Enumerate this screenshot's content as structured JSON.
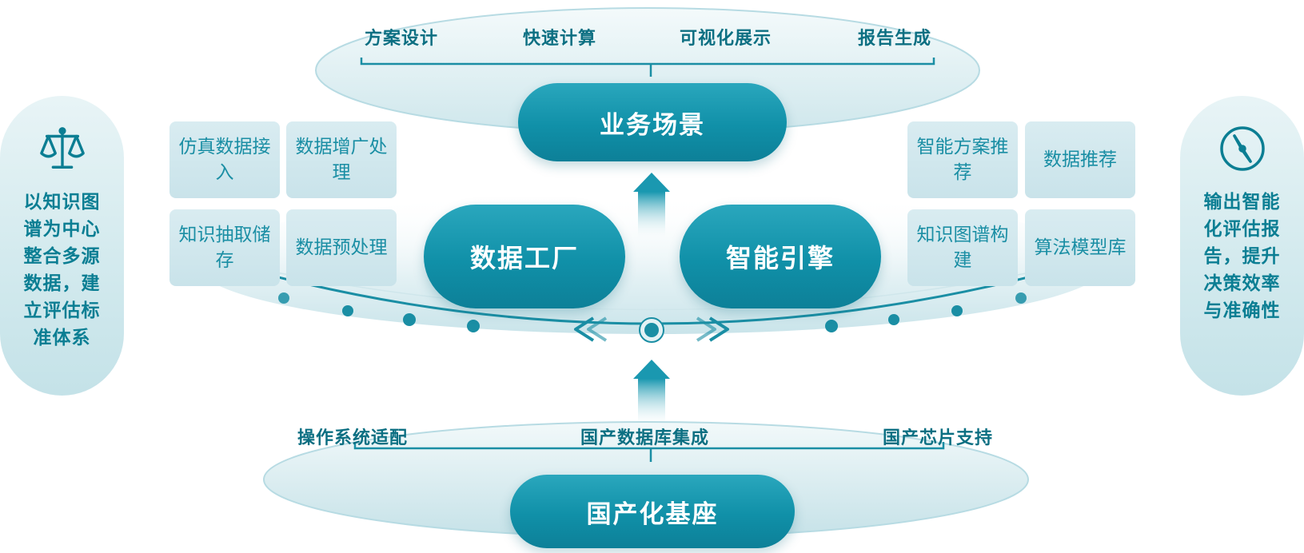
{
  "left_panel": {
    "text": "以知识图谱为中心整合多源数据，建立评估标准体系",
    "icon": "balance-scale-icon"
  },
  "right_panel": {
    "text": "输出智能化评估报告，提升决策效率与准确性",
    "icon": "compass-icon"
  },
  "top": {
    "labels": [
      "方案设计",
      "快速计算",
      "可视化展示",
      "报告生成"
    ],
    "pill": "业务场景"
  },
  "middle": {
    "left_pill": "数据工厂",
    "right_pill": "智能引擎",
    "left_tiles": [
      "仿真数据接入",
      "数据增广处理",
      "知识抽取储存",
      "数据预处理"
    ],
    "right_tiles": [
      "智能方案推荐",
      "数据推荐",
      "知识图谱构建",
      "算法模型库"
    ]
  },
  "bottom": {
    "labels": [
      "操作系统适配",
      "国产数据库集成",
      "国产芯片支持"
    ],
    "pill": "国产化基座"
  },
  "colors": {
    "primary": "#1090a8",
    "text": "#0c6f82",
    "tile": "#d3e8ee",
    "panel": "#d7ecf0"
  }
}
